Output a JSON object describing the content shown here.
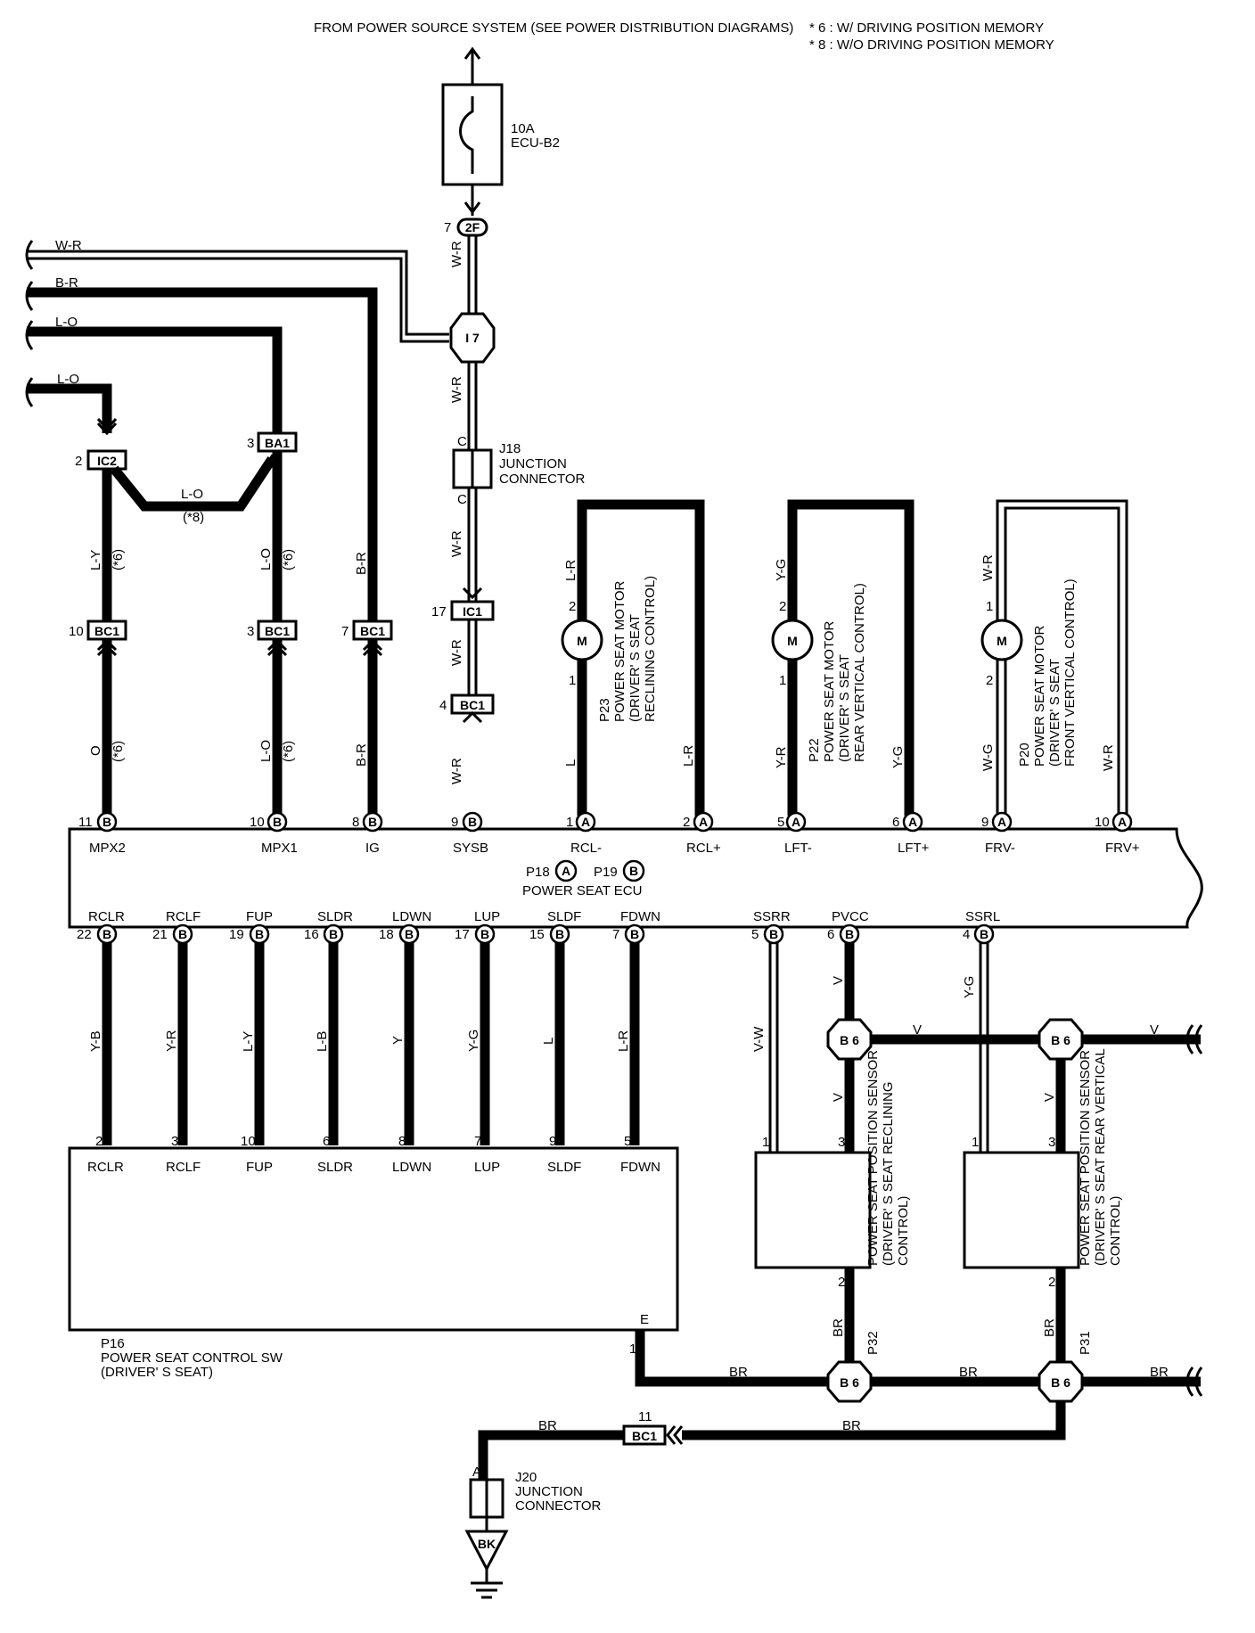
{
  "header": {
    "source": "FROM POWER SOURCE SYSTEM (SEE POWER DISTRIBUTION DIAGRAMS)",
    "note1": "* 6 : W/ DRIVING POSITION MEMORY",
    "note2": "* 8 : W/O DRIVING POSITION MEMORY"
  },
  "fuse": {
    "rating": "10A",
    "name": "ECU-B2"
  },
  "wires": {
    "w_r": "W-R",
    "b_r": "B-R",
    "l_o": "L-O",
    "l_y": "L-Y",
    "o": "O",
    "l_r": "L-R",
    "l": "L",
    "y_g": "Y-G",
    "y_r": "Y-R",
    "w_g": "W-G",
    "y_b": "Y-B",
    "l_b": "L-B",
    "y": "Y",
    "v": "V",
    "v_w": "V-W",
    "br": "BR",
    "bk": "BK"
  },
  "notes": {
    "n6": "(*6)",
    "n8": "(*8)"
  },
  "connectors": {
    "c2f": "2F",
    "i7": "I 7",
    "ic2": "IC2",
    "ba1": "BA1",
    "bc1": "BC1",
    "ic1": "IC1",
    "b6": "B 6",
    "a": "A",
    "b": "B",
    "c": "C",
    "e": "E"
  },
  "pins": {
    "p2f": "7",
    "ic2": "2",
    "ba1": "3",
    "bc1_1": "10",
    "bc1_2": "3",
    "bc1_3": "7",
    "ic1": "17",
    "bc1_4": "4",
    "bc1_gnd": "11",
    "m_2": "2",
    "m_1": "1",
    "ecu_top": [
      "11",
      "10",
      "8",
      "9",
      "1",
      "2",
      "5",
      "6",
      "9",
      "10"
    ],
    "ecu_bot": [
      "22",
      "21",
      "19",
      "16",
      "18",
      "17",
      "15",
      "7",
      "5",
      "6",
      "4"
    ],
    "sw": [
      "2",
      "3",
      "10",
      "6",
      "8",
      "7",
      "9",
      "5"
    ],
    "sw_e": "1",
    "sensor_pin1": "1",
    "sensor_pin3": "3",
    "sensor_pin2": "2"
  },
  "ecu": {
    "name": "POWER SEAT ECU",
    "ids": "P18 , P19",
    "id_a": "P18",
    "id_b": "P19",
    "top_labels": [
      "MPX2",
      "MPX1",
      "IG",
      "SYSB",
      "RCL-",
      "RCL+",
      "LFT-",
      "LFT+",
      "FRV-",
      "FRV+"
    ],
    "bottom_labels": [
      "RCLR",
      "RCLF",
      "FUP",
      "SLDR",
      "LDWN",
      "LUP",
      "SLDF",
      "FDWN",
      "SSRR",
      "PVCC",
      "SSRL"
    ]
  },
  "switch": {
    "id": "P16",
    "name": "POWER SEAT CONTROL SW",
    "sub": "(DRIVER' S SEAT)",
    "labels": [
      "RCLR",
      "RCLF",
      "FUP",
      "SLDR",
      "LDWN",
      "LUP",
      "SLDF",
      "FDWN"
    ]
  },
  "motors": [
    {
      "id": "P23",
      "l1": "POWER SEAT MOTOR",
      "l2": "(DRIVER' S SEAT",
      "l3": "RECLINING CONTROL)",
      "symbol": "M"
    },
    {
      "id": "P22",
      "l1": "POWER SEAT MOTOR",
      "l2": "(DRIVER' S SEAT",
      "l3": "REAR VERTICAL CONTROL)",
      "symbol": "M"
    },
    {
      "id": "P20",
      "l1": "POWER SEAT MOTOR",
      "l2": "(DRIVER' S SEAT",
      "l3": "FRONT VERTICAL CONTROL)",
      "symbol": "M"
    }
  ],
  "sensors": [
    {
      "id": "P32",
      "l1": "POWER SEAT POSITION SENSOR",
      "l2": "(DRIVER' S SEAT RECLINING",
      "l3": "CONTROL)"
    },
    {
      "id": "P31",
      "l1": "POWER SEAT POSITION SENSOR",
      "l2": "(DRIVER' S SEAT REAR VERTICAL",
      "l3": "CONTROL)"
    }
  ],
  "junctions": {
    "j18_id": "J18",
    "j18_name": "JUNCTION",
    "j18_name2": "CONNECTOR",
    "j20_id": "J20",
    "j20_name": "JUNCTION",
    "j20_name2": "CONNECTOR"
  }
}
